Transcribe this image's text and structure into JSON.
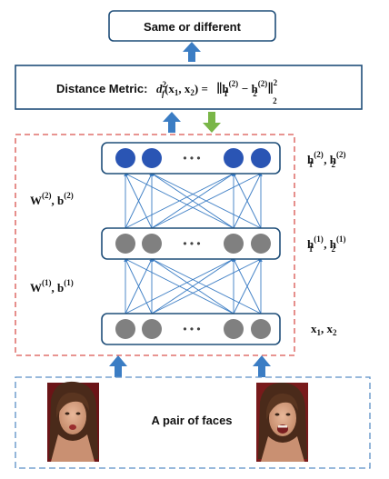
{
  "diagram": {
    "output_label": "Same or different",
    "metric_prefix": "Distance Metric:",
    "metric_formula": {
      "lhs_d": "d",
      "lhs_f": "f",
      "lhs_sq": "2",
      "lhs_args": "(x",
      "lhs_sub1": "1",
      "lhs_comma": ", x",
      "lhs_sub2": "2",
      "lhs_close": ") =",
      "rhs_h1": "h",
      "rhs_h1_sub": "1",
      "rhs_h1_sup": "(2)",
      "rhs_minus": " − ",
      "rhs_h2": "h",
      "rhs_h2_sub": "2",
      "rhs_h2_sup": "(2)",
      "norm_sub": "2",
      "norm_sup": "2"
    },
    "layers": [
      {
        "name": "top",
        "label_a": "h",
        "sub_a": "1",
        "sup_a": "(2)",
        "sep": ",  ",
        "label_b": "h",
        "sub_b": "2",
        "sup_b": "(2)",
        "node_color": "#2a55b4"
      },
      {
        "name": "middle",
        "label_a": "h",
        "sub_a": "1",
        "sup_a": "(1)",
        "sep": ",  ",
        "label_b": "h",
        "sub_b": "2",
        "sup_b": "(1)",
        "node_color": "#808080"
      },
      {
        "name": "input",
        "label_a": "x",
        "sub_a": "1",
        "sup_a": "",
        "sep": ",   ",
        "label_b": "x",
        "sub_b": "2",
        "sup_b": "",
        "node_color": "#808080"
      }
    ],
    "weights": [
      {
        "W": "W",
        "W_sup": "(2)",
        "sep": ",  ",
        "b": "b",
        "b_sup": "(2)"
      },
      {
        "W": "W",
        "W_sup": "(1)",
        "sep": ",  ",
        "b": "b",
        "b_sup": "(1)"
      }
    ],
    "ellipsis": "• • •",
    "faces_label": "A pair of faces",
    "colors": {
      "box_border": "#1f4e79",
      "dashed_red": "#d9534f",
      "dashed_blue": "#5b8fc7",
      "arrow_blue": "#3b7dc4",
      "arrow_green": "#7ab648",
      "edge": "#3b7dc4"
    }
  }
}
